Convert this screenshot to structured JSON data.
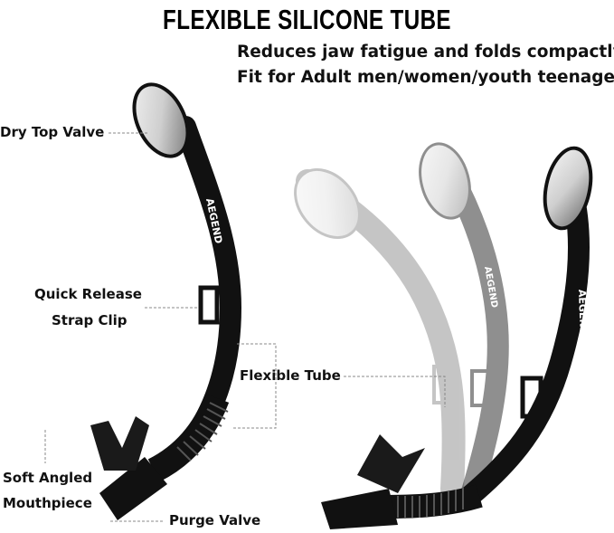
{
  "header": {
    "title": "FLEXIBLE SILICONE TUBE",
    "subtitle_line1": "Reduces jaw fatigue and folds compactly",
    "subtitle_line2": "Fit for Adult men/women/youth teenager"
  },
  "labels": {
    "dry_top_valve": "Dry Top Valve",
    "quick_release_1": "Quick Release",
    "quick_release_2": "Strap Clip",
    "flexible_tube": "Flexible Tube",
    "soft_angled": "Soft Angled",
    "mouthpiece": "Mouthpiece",
    "purge_valve": "Purge Valve"
  },
  "brand": {
    "tube_text": "AEGEND"
  },
  "colors": {
    "snorkel": "#111111",
    "snorkel_faded_1": "#9a9a9a",
    "snorkel_faded_2": "#c8c8c8",
    "leader_line": "#888888"
  }
}
